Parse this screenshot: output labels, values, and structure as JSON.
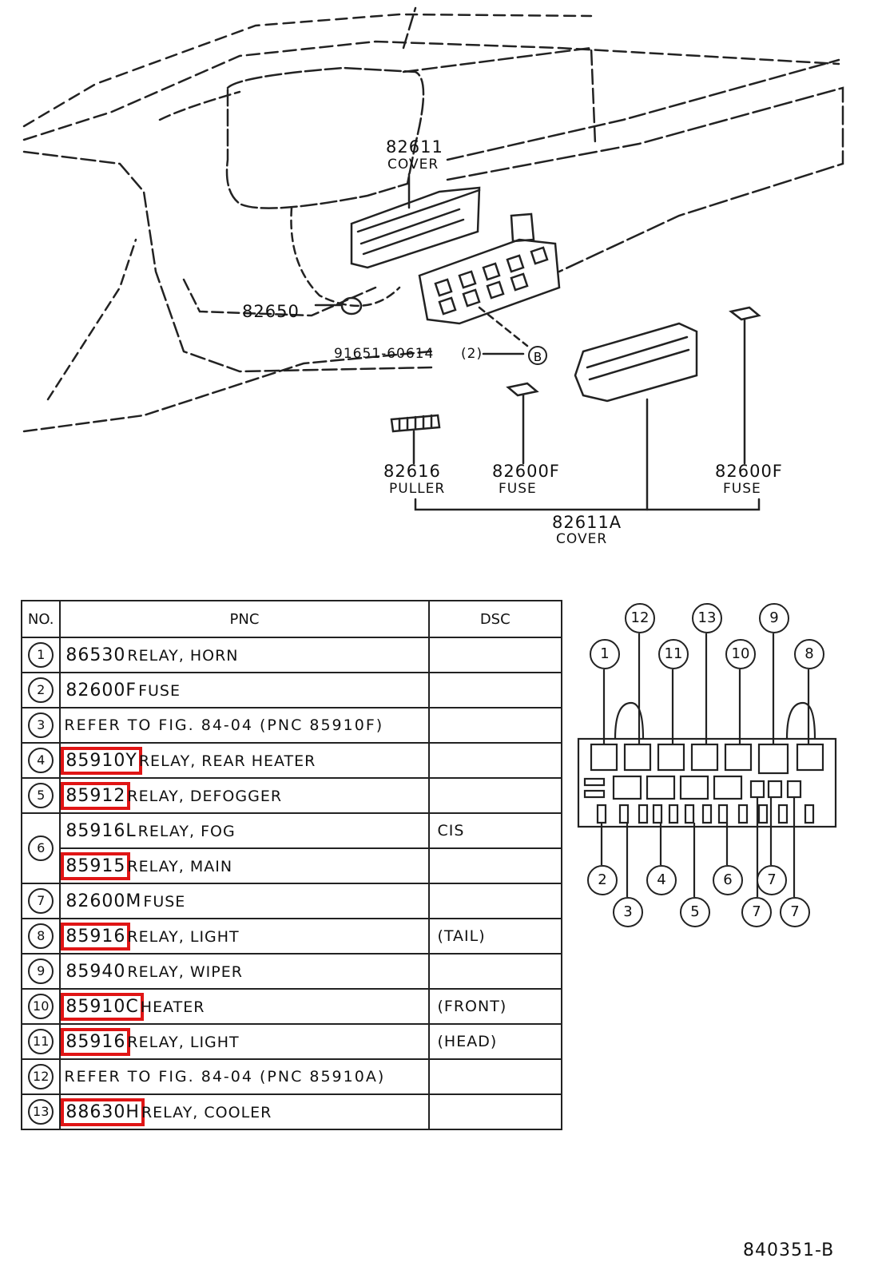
{
  "callouts": {
    "c82611": {
      "number": "82611",
      "name": "COVER"
    },
    "c82650": {
      "number": "82650"
    },
    "c91651": {
      "number": "91651-60614",
      "qty": "(2)",
      "marker": "B"
    },
    "c82616": {
      "number": "82616",
      "name": "PULLER"
    },
    "c82600f_a": {
      "number": "82600F",
      "name": "FUSE"
    },
    "c82600f_b": {
      "number": "82600F",
      "name": "FUSE"
    },
    "c82611a": {
      "number": "82611A",
      "name": "COVER"
    }
  },
  "table": {
    "headers": {
      "no": "NO.",
      "pnc": "PNC",
      "dsc": "DSC"
    },
    "rows": [
      {
        "no": "1",
        "code": "86530",
        "desc": "RELAY, HORN",
        "dsc": "",
        "highlight": false
      },
      {
        "no": "2",
        "code": "82600F",
        "desc": "FUSE",
        "dsc": "",
        "highlight": false
      },
      {
        "no": "3",
        "full": "REFER TO FIG. 84-04 (PNC 85910F)",
        "dsc": ""
      },
      {
        "no": "4",
        "code": "85910Y",
        "desc": "RELAY, REAR HEATER",
        "dsc": "",
        "highlight": true
      },
      {
        "no": "5",
        "code": "85912",
        "desc": "RELAY, DEFOGGER",
        "dsc": "",
        "highlight": true
      },
      {
        "no": "6",
        "code": "85916L",
        "desc": "RELAY, FOG",
        "dsc": "CIS",
        "highlight": false
      },
      {
        "no": "",
        "code": "85915",
        "desc": "RELAY, MAIN",
        "dsc": "",
        "highlight": true
      },
      {
        "no": "7",
        "code": "82600M",
        "desc": "FUSE",
        "dsc": "",
        "highlight": false
      },
      {
        "no": "8",
        "code": "85916",
        "desc": "RELAY, LIGHT",
        "dsc": "(TAIL)",
        "highlight": true
      },
      {
        "no": "9",
        "code": "85940",
        "desc": "RELAY, WIPER",
        "dsc": "",
        "highlight": false
      },
      {
        "no": "10",
        "code": "85910C",
        "desc": "HEATER",
        "dsc": "(FRONT)",
        "highlight": true
      },
      {
        "no": "11",
        "code": "85916",
        "desc": "RELAY, LIGHT",
        "dsc": "(HEAD)",
        "highlight": true
      },
      {
        "no": "12",
        "full": "REFER TO FIG. 84-04 (PNC 85910A)",
        "dsc": ""
      },
      {
        "no": "13",
        "code": "88630H",
        "desc": "RELAY, COOLER",
        "dsc": "",
        "highlight": true
      }
    ]
  },
  "box_map": {
    "top": [
      "1",
      "12",
      "11",
      "13",
      "10",
      "9",
      "8"
    ],
    "bottom": [
      "2",
      "3",
      "4",
      "5",
      "6",
      "7",
      "7",
      "7"
    ]
  },
  "figure_id": "840351-B"
}
